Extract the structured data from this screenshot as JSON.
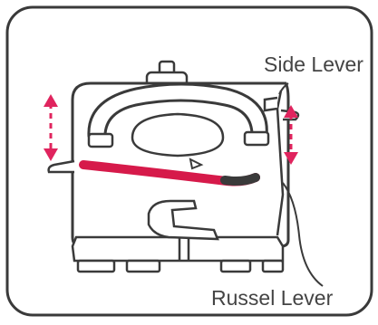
{
  "labels": {
    "side_lever": "Side Lever",
    "russel_lever": "Russel Lever"
  },
  "colors": {
    "outline": "#3a3a3a",
    "russel_lever_highlight": "#d61a4a",
    "arrows": "#e0245e",
    "background": "#ffffff"
  },
  "icons": {
    "up_down_arrow": "double-headed-vertical-arrow"
  }
}
